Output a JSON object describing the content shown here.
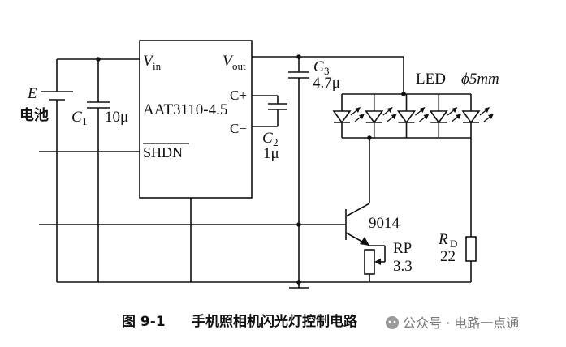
{
  "battery": {
    "symbol": "E",
    "label": "电池"
  },
  "c1": {
    "name": "C",
    "sub": "1",
    "value": "10μ"
  },
  "ic": {
    "name": "AAT3110-4.5",
    "vin": "V",
    "vin_sub": "in",
    "vout": "V",
    "vout_sub": "out",
    "cplus": "C+",
    "cminus": "C−",
    "shdn": "SHDN"
  },
  "c2": {
    "name": "C",
    "sub": "2",
    "value": "1μ"
  },
  "c3": {
    "name": "C",
    "sub": "3",
    "value": "4.7μ"
  },
  "led": {
    "label": "LED",
    "size": "ϕ5mm",
    "count": 5
  },
  "transistor": {
    "label": "9014"
  },
  "rp": {
    "name": "RP",
    "value": "3.3"
  },
  "rd": {
    "name": "R",
    "sub": "D",
    "value": "22"
  },
  "caption": {
    "number": "图 9-1",
    "title": "手机照相机闪光灯控制电路"
  },
  "watermark": {
    "text": "公众号 · 电路一点通"
  }
}
